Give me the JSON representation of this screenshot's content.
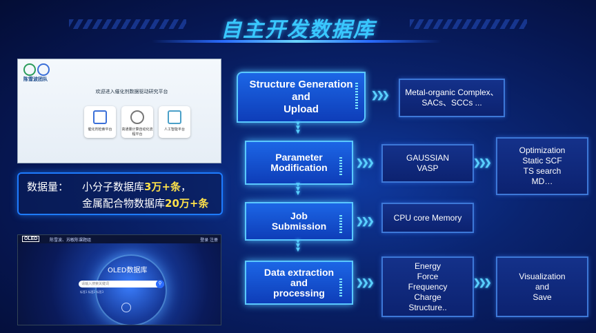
{
  "title": "自主开发数据库",
  "shot1": {
    "team": "陈雪波团队",
    "welcome": "欢迎进入催化剂数据驱动研究平台",
    "cards": [
      "催化剂检索平台",
      "高通量计算自动化流程平台",
      "人工智能平台"
    ]
  },
  "stats": {
    "label": "数据量：",
    "line1_prefix": "小分子数据库",
    "line1_value": "3万+条",
    "line1_suffix": "，",
    "line2_prefix": "金属配合物数据库",
    "line2_value": "20万+条"
  },
  "shot2": {
    "logo": "OLED",
    "nav": "陈雪波、苏敏陈课题组",
    "login": "登录  注册",
    "title": "OLED数据库",
    "search_placeholder": "请输入搜索关键词",
    "tags": "标签1  标签2  标签3"
  },
  "flow": {
    "structure": "Structure Generation\nand\nUpload",
    "parameter": "Parameter\nModification",
    "job": "Job\nSubmission",
    "data": "Data extraction\nand\nprocessing",
    "metal": "Metal-organic Complex、\nSACs、SCCs ...",
    "gaussian": "GAUSSIAN\nVASP",
    "optimization": "Optimization\nStatic SCF\nTS search\nMD…",
    "cpu": "CPU core  Memory",
    "energy": "Energy\nForce\nFrequency\nCharge\nStructure..",
    "visualization": "Visualization\nand\nSave"
  },
  "colors": {
    "accent": "#39c8ff",
    "highlight": "#ffe24a",
    "box": "#1c66e6"
  }
}
